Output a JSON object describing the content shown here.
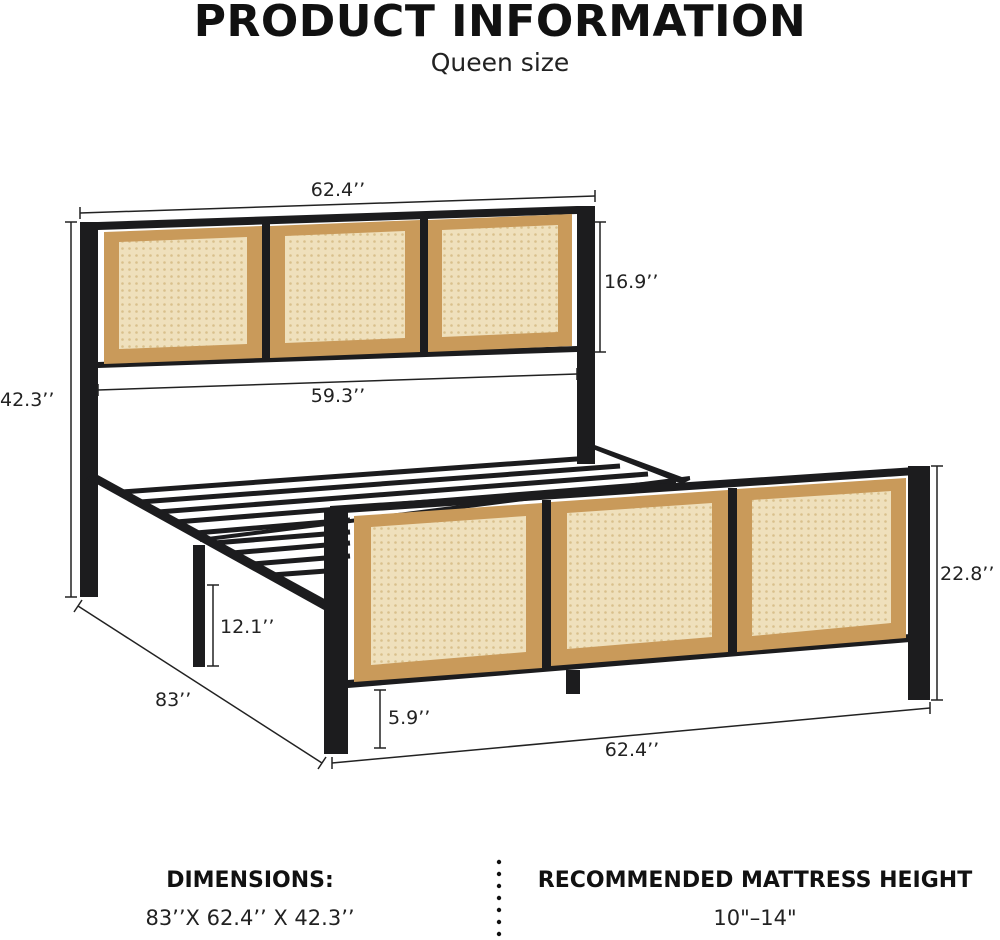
{
  "header": {
    "title": "PRODUCT INFORMATION",
    "subtitle": "Queen size"
  },
  "dimensions_labels": {
    "headboard_width": "62.4’’",
    "headboard_panel_height": "16.9’’",
    "headboard_inner_width": "59.3’’",
    "headboard_total_height": "42.3’’",
    "footboard_height": "22.8’’",
    "underbed_clearance": "12.1’’",
    "bed_length": "83’’",
    "footboard_leg_height": "5.9’’",
    "footboard_width": "62.4’’"
  },
  "colors": {
    "frame": "#1c1c1e",
    "wood": "#c99a5a",
    "rattan": "#ecdcb6"
  },
  "footer": {
    "dimensions_heading": "DIMENSIONS:",
    "dimensions_value": "83’’X 62.4’’ X 42.3’’",
    "mattress_heading": "RECOMMENDED MATTRESS HEIGHT",
    "mattress_value": "10\"–14\""
  }
}
